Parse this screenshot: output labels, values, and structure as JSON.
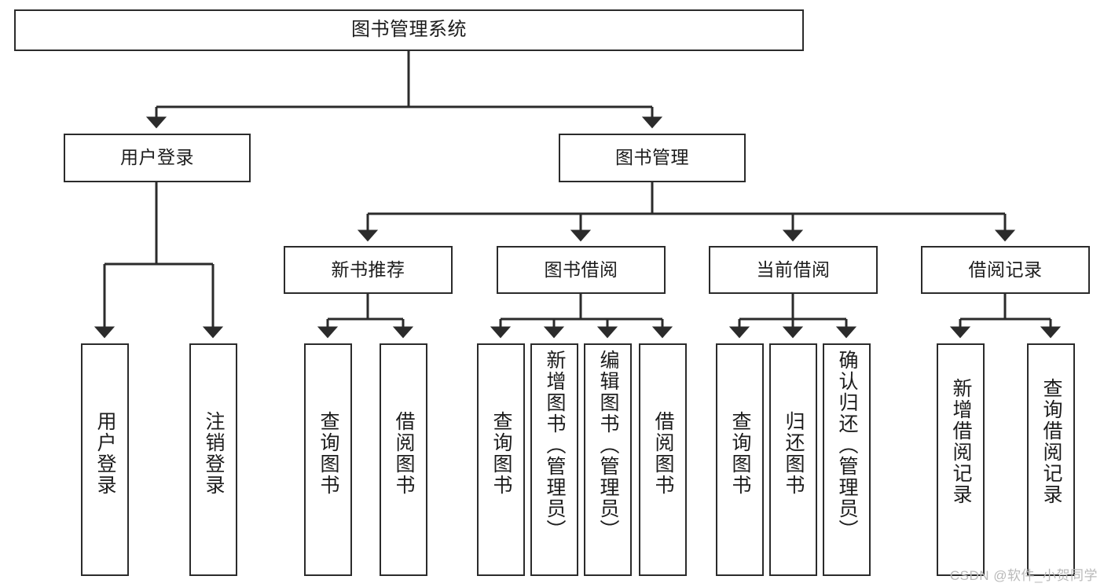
{
  "diagram": {
    "type": "tree-hierarchy",
    "title": "图书管理系统",
    "orientation": "top-down",
    "style": {
      "box_border_color": "#2b2b2b",
      "box_fill_color": "#ffffff",
      "connector_color": "#2b2b2b",
      "text_color": "#1c1c1c",
      "background": "#ffffff"
    },
    "nodes": {
      "root": {
        "label": "图书管理系统",
        "level": 0
      },
      "level1": [
        {
          "id": "user-login",
          "label": "用户登录"
        },
        {
          "id": "book-manage",
          "label": "图书管理"
        }
      ],
      "level2": [
        {
          "id": "new-book-rec",
          "label": "新书推荐",
          "parent": "book-manage"
        },
        {
          "id": "book-borrow",
          "label": "图书借阅",
          "parent": "book-manage"
        },
        {
          "id": "current-borrow",
          "label": "当前借阅",
          "parent": "book-manage"
        },
        {
          "id": "borrow-record",
          "label": "借阅记录",
          "parent": "book-manage"
        }
      ],
      "leaves": [
        {
          "id": "leaf-user-login",
          "label": "用户登录",
          "parent": "user-login"
        },
        {
          "id": "leaf-logout",
          "label": "注销登录",
          "parent": "user-login"
        },
        {
          "id": "leaf-query-book-1",
          "label": "查询图书",
          "parent": "new-book-rec"
        },
        {
          "id": "leaf-borrow-book-1",
          "label": "借阅图书",
          "parent": "new-book-rec"
        },
        {
          "id": "leaf-query-book-2",
          "label": "查询图书",
          "parent": "book-borrow"
        },
        {
          "id": "leaf-add-book",
          "label": "新增图书（管理员）",
          "parent": "book-borrow"
        },
        {
          "id": "leaf-edit-book",
          "label": "编辑图书（管理员）",
          "parent": "book-borrow"
        },
        {
          "id": "leaf-borrow-book-2",
          "label": "借阅图书",
          "parent": "book-borrow"
        },
        {
          "id": "leaf-query-book-3",
          "label": "查询图书",
          "parent": "current-borrow"
        },
        {
          "id": "leaf-return-book",
          "label": "归还图书",
          "parent": "current-borrow"
        },
        {
          "id": "leaf-confirm-return",
          "label": "确认归还（管理员）",
          "parent": "current-borrow"
        },
        {
          "id": "leaf-add-record",
          "label": "新增借阅记录",
          "parent": "borrow-record"
        },
        {
          "id": "leaf-query-record",
          "label": "查询借阅记录",
          "parent": "borrow-record"
        }
      ]
    }
  },
  "watermark": {
    "text": "CSDN @软件_小贺同学"
  }
}
